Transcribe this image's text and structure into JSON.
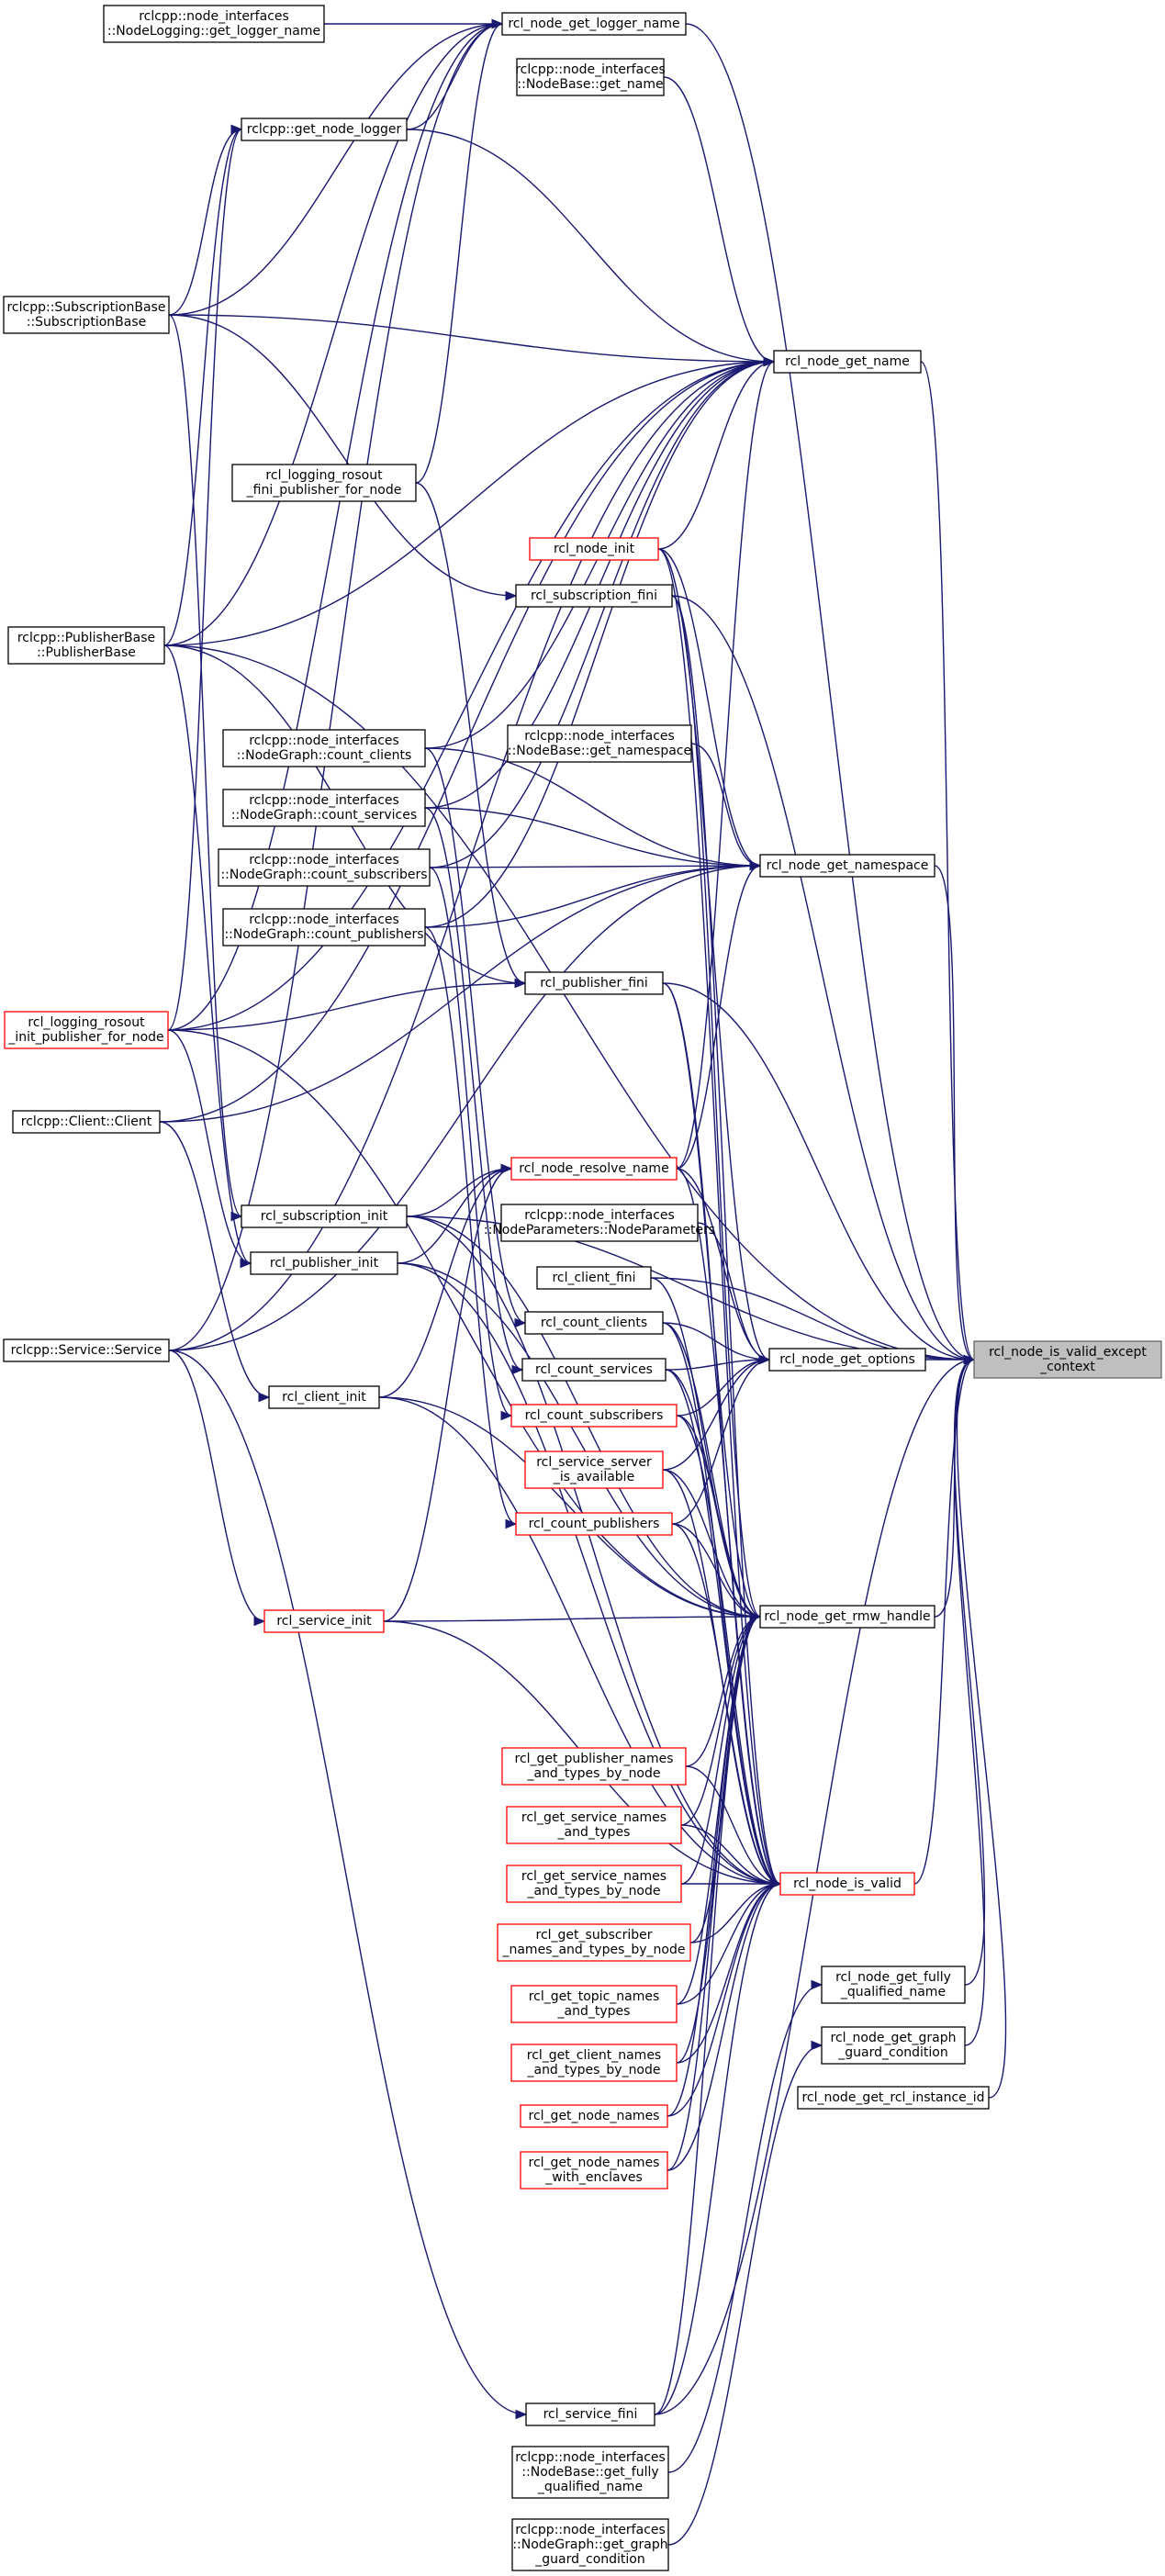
{
  "colors": {
    "edge": "#191970",
    "boxBorder": "#000000",
    "redBorder": "#ff0000",
    "focusFill": "#bfbfbf",
    "background": "#ffffff"
  },
  "focus_node": "n_is_valid_except",
  "nodes": [
    {
      "id": "n_logging_get",
      "lines": [
        "rclcpp::node_interfaces",
        "::NodeLogging::get_logger_name"
      ],
      "border": "black"
    },
    {
      "id": "n_get_logger_name",
      "lines": [
        "rcl_node_get_logger_name"
      ],
      "border": "black"
    },
    {
      "id": "n_base_get_name",
      "lines": [
        "rclcpp::node_interfaces",
        "::NodeBase::get_name"
      ],
      "border": "black"
    },
    {
      "id": "n_get_node_logger",
      "lines": [
        "rclcpp::get_node_logger"
      ],
      "border": "black"
    },
    {
      "id": "n_sub_base",
      "lines": [
        "rclcpp::SubscriptionBase",
        "::SubscriptionBase"
      ],
      "border": "black"
    },
    {
      "id": "n_get_name",
      "lines": [
        "rcl_node_get_name"
      ],
      "border": "black"
    },
    {
      "id": "n_logging_fini",
      "lines": [
        "rcl_logging_rosout",
        "_fini_publisher_for_node"
      ],
      "border": "black"
    },
    {
      "id": "n_node_init",
      "lines": [
        "rcl_node_init"
      ],
      "border": "red"
    },
    {
      "id": "n_sub_fini",
      "lines": [
        "rcl_subscription_fini"
      ],
      "border": "black"
    },
    {
      "id": "n_pub_base",
      "lines": [
        "rclcpp::PublisherBase",
        "::PublisherBase"
      ],
      "border": "black"
    },
    {
      "id": "n_base_get_ns",
      "lines": [
        "rclcpp::node_interfaces",
        "::NodeBase::get_namespace"
      ],
      "border": "black"
    },
    {
      "id": "n_count_clients_if",
      "lines": [
        "rclcpp::node_interfaces",
        "::NodeGraph::count_clients"
      ],
      "border": "black"
    },
    {
      "id": "n_count_services_if",
      "lines": [
        "rclcpp::node_interfaces",
        "::NodeGraph::count_services"
      ],
      "border": "black"
    },
    {
      "id": "n_get_namespace",
      "lines": [
        "rcl_node_get_namespace"
      ],
      "border": "black"
    },
    {
      "id": "n_count_subscribers_if",
      "lines": [
        "rclcpp::node_interfaces",
        "::NodeGraph::count_subscribers"
      ],
      "border": "black"
    },
    {
      "id": "n_count_publishers_if",
      "lines": [
        "rclcpp::node_interfaces",
        "::NodeGraph::count_publishers"
      ],
      "border": "black"
    },
    {
      "id": "n_pub_fini",
      "lines": [
        "rcl_publisher_fini"
      ],
      "border": "black"
    },
    {
      "id": "n_logging_init",
      "lines": [
        "rcl_logging_rosout",
        "_init_publisher_for_node"
      ],
      "border": "red"
    },
    {
      "id": "n_client_ctor",
      "lines": [
        "rclcpp::Client::Client"
      ],
      "border": "black"
    },
    {
      "id": "n_resolve_name",
      "lines": [
        "rcl_node_resolve_name"
      ],
      "border": "red"
    },
    {
      "id": "n_sub_init",
      "lines": [
        "rcl_subscription_init"
      ],
      "border": "black"
    },
    {
      "id": "n_node_params",
      "lines": [
        "rclcpp::node_interfaces",
        "::NodeParameters::NodeParameters"
      ],
      "border": "black"
    },
    {
      "id": "n_pub_init",
      "lines": [
        "rcl_publisher_init"
      ],
      "border": "black"
    },
    {
      "id": "n_client_fini",
      "lines": [
        "rcl_client_fini"
      ],
      "border": "black"
    },
    {
      "id": "n_count_clients",
      "lines": [
        "rcl_count_clients"
      ],
      "border": "black"
    },
    {
      "id": "n_service_ctor",
      "lines": [
        "rclcpp::Service::Service"
      ],
      "border": "black"
    },
    {
      "id": "n_get_options",
      "lines": [
        "rcl_node_get_options"
      ],
      "border": "black"
    },
    {
      "id": "n_is_valid_except",
      "lines": [
        "rcl_node_is_valid_except",
        "_context"
      ],
      "border": "gray"
    },
    {
      "id": "n_count_services",
      "lines": [
        "rcl_count_services"
      ],
      "border": "black"
    },
    {
      "id": "n_client_init",
      "lines": [
        "rcl_client_init"
      ],
      "border": "black"
    },
    {
      "id": "n_count_subscribers",
      "lines": [
        "rcl_count_subscribers"
      ],
      "border": "red"
    },
    {
      "id": "n_server_available",
      "lines": [
        "rcl_service_server",
        "_is_available"
      ],
      "border": "red"
    },
    {
      "id": "n_count_publishers",
      "lines": [
        "rcl_count_publishers"
      ],
      "border": "red"
    },
    {
      "id": "n_service_init",
      "lines": [
        "rcl_service_init"
      ],
      "border": "red"
    },
    {
      "id": "n_get_rmw_handle",
      "lines": [
        "rcl_node_get_rmw_handle"
      ],
      "border": "black"
    },
    {
      "id": "n_pub_names",
      "lines": [
        "rcl_get_publisher_names",
        "_and_types_by_node"
      ],
      "border": "red"
    },
    {
      "id": "n_srv_names",
      "lines": [
        "rcl_get_service_names",
        "_and_types"
      ],
      "border": "red"
    },
    {
      "id": "n_srv_names_node",
      "lines": [
        "rcl_get_service_names",
        "_and_types_by_node"
      ],
      "border": "red"
    },
    {
      "id": "n_is_valid",
      "lines": [
        "rcl_node_is_valid"
      ],
      "border": "red"
    },
    {
      "id": "n_sub_names_node",
      "lines": [
        "rcl_get_subscriber",
        "_names_and_types_by_node"
      ],
      "border": "red"
    },
    {
      "id": "n_fq_name",
      "lines": [
        "rcl_node_get_fully",
        "_qualified_name"
      ],
      "border": "black"
    },
    {
      "id": "n_topic_names",
      "lines": [
        "rcl_get_topic_names",
        "_and_types"
      ],
      "border": "red"
    },
    {
      "id": "n_graph_guard",
      "lines": [
        "rcl_node_get_graph",
        "_guard_condition"
      ],
      "border": "black"
    },
    {
      "id": "n_client_names",
      "lines": [
        "rcl_get_client_names",
        "_and_types_by_node"
      ],
      "border": "red"
    },
    {
      "id": "n_instance_id",
      "lines": [
        "rcl_node_get_rcl_instance_id"
      ],
      "border": "black"
    },
    {
      "id": "n_node_names",
      "lines": [
        "rcl_get_node_names"
      ],
      "border": "red"
    },
    {
      "id": "n_node_names_enclaves",
      "lines": [
        "rcl_get_node_names",
        "_with_enclaves"
      ],
      "border": "red"
    },
    {
      "id": "n_service_fini",
      "lines": [
        "rcl_service_fini"
      ],
      "border": "black"
    },
    {
      "id": "n_base_fq_name",
      "lines": [
        "rclcpp::node_interfaces",
        "::NodeBase::get_fully",
        "_qualified_name"
      ],
      "border": "black"
    },
    {
      "id": "n_graph_get_guard",
      "lines": [
        "rclcpp::node_interfaces",
        "::NodeGraph::get_graph",
        "_guard_condition"
      ],
      "border": "black"
    }
  ],
  "edges": [
    [
      "n_get_logger_name",
      "n_logging_get"
    ],
    [
      "n_get_logger_name",
      "n_get_node_logger"
    ],
    [
      "n_get_logger_name",
      "n_sub_base"
    ],
    [
      "n_get_logger_name",
      "n_pub_base"
    ],
    [
      "n_get_logger_name",
      "n_logging_fini"
    ],
    [
      "n_get_logger_name",
      "n_logging_init"
    ],
    [
      "n_get_logger_name",
      "n_service_ctor"
    ],
    [
      "n_get_node_logger",
      "n_sub_base"
    ],
    [
      "n_get_node_logger",
      "n_pub_base"
    ],
    [
      "n_get_node_logger",
      "n_logging_init"
    ],
    [
      "n_get_name",
      "n_base_get_name"
    ],
    [
      "n_get_name",
      "n_get_node_logger"
    ],
    [
      "n_get_name",
      "n_sub_base"
    ],
    [
      "n_get_name",
      "n_pub_base"
    ],
    [
      "n_get_name",
      "n_logging_init"
    ],
    [
      "n_get_name",
      "n_service_ctor"
    ],
    [
      "n_get_name",
      "n_client_ctor"
    ],
    [
      "n_get_name",
      "n_node_init"
    ],
    [
      "n_get_name",
      "n_count_clients_if"
    ],
    [
      "n_get_name",
      "n_count_services_if"
    ],
    [
      "n_get_name",
      "n_count_subscribers_if"
    ],
    [
      "n_get_name",
      "n_count_publishers_if"
    ],
    [
      "n_get_name",
      "n_resolve_name"
    ],
    [
      "n_sub_fini",
      "n_sub_base"
    ],
    [
      "n_pub_fini",
      "n_pub_base"
    ],
    [
      "n_pub_fini",
      "n_logging_init"
    ],
    [
      "n_pub_fini",
      "n_logging_fini"
    ],
    [
      "n_get_namespace",
      "n_base_get_ns"
    ],
    [
      "n_get_namespace",
      "n_count_clients_if"
    ],
    [
      "n_get_namespace",
      "n_count_services_if"
    ],
    [
      "n_get_namespace",
      "n_count_subscribers_if"
    ],
    [
      "n_get_namespace",
      "n_count_publishers_if"
    ],
    [
      "n_get_namespace",
      "n_client_ctor"
    ],
    [
      "n_get_namespace",
      "n_service_ctor"
    ],
    [
      "n_get_namespace",
      "n_resolve_name"
    ],
    [
      "n_get_namespace",
      "n_node_init"
    ],
    [
      "n_sub_init",
      "n_sub_base"
    ],
    [
      "n_pub_init",
      "n_pub_base"
    ],
    [
      "n_pub_init",
      "n_logging_init"
    ],
    [
      "n_client_init",
      "n_client_ctor"
    ],
    [
      "n_service_init",
      "n_service_ctor"
    ],
    [
      "n_service_fini",
      "n_service_ctor"
    ],
    [
      "n_resolve_name",
      "n_sub_init"
    ],
    [
      "n_resolve_name",
      "n_pub_init"
    ],
    [
      "n_resolve_name",
      "n_client_init"
    ],
    [
      "n_resolve_name",
      "n_service_init"
    ],
    [
      "n_count_clients",
      "n_count_clients_if"
    ],
    [
      "n_count_services",
      "n_count_services_if"
    ],
    [
      "n_count_subscribers",
      "n_count_subscribers_if"
    ],
    [
      "n_count_publishers",
      "n_count_publishers_if"
    ],
    [
      "n_get_options",
      "n_node_params"
    ],
    [
      "n_get_options",
      "n_resolve_name"
    ],
    [
      "n_get_options",
      "n_count_clients"
    ],
    [
      "n_get_options",
      "n_count_services"
    ],
    [
      "n_get_options",
      "n_count_subscribers"
    ],
    [
      "n_get_options",
      "n_count_publishers"
    ],
    [
      "n_get_options",
      "n_server_available"
    ],
    [
      "n_get_options",
      "n_node_init"
    ],
    [
      "n_get_rmw_handle",
      "n_sub_init"
    ],
    [
      "n_get_rmw_handle",
      "n_pub_init"
    ],
    [
      "n_get_rmw_handle",
      "n_client_init"
    ],
    [
      "n_get_rmw_handle",
      "n_service_init"
    ],
    [
      "n_get_rmw_handle",
      "n_sub_fini"
    ],
    [
      "n_get_rmw_handle",
      "n_pub_fini"
    ],
    [
      "n_get_rmw_handle",
      "n_client_fini"
    ],
    [
      "n_get_rmw_handle",
      "n_service_fini"
    ],
    [
      "n_get_rmw_handle",
      "n_count_clients"
    ],
    [
      "n_get_rmw_handle",
      "n_count_services"
    ],
    [
      "n_get_rmw_handle",
      "n_count_subscribers"
    ],
    [
      "n_get_rmw_handle",
      "n_count_publishers"
    ],
    [
      "n_get_rmw_handle",
      "n_server_available"
    ],
    [
      "n_get_rmw_handle",
      "n_pub_names"
    ],
    [
      "n_get_rmw_handle",
      "n_srv_names"
    ],
    [
      "n_get_rmw_handle",
      "n_srv_names_node"
    ],
    [
      "n_get_rmw_handle",
      "n_sub_names_node"
    ],
    [
      "n_get_rmw_handle",
      "n_topic_names"
    ],
    [
      "n_get_rmw_handle",
      "n_client_names"
    ],
    [
      "n_get_rmw_handle",
      "n_node_names"
    ],
    [
      "n_get_rmw_handle",
      "n_node_names_enclaves"
    ],
    [
      "n_get_rmw_handle",
      "n_logging_init"
    ],
    [
      "n_is_valid",
      "n_resolve_name"
    ],
    [
      "n_is_valid",
      "n_node_init"
    ],
    [
      "n_is_valid",
      "n_sub_fini"
    ],
    [
      "n_is_valid",
      "n_pub_fini"
    ],
    [
      "n_is_valid",
      "n_count_clients"
    ],
    [
      "n_is_valid",
      "n_count_services"
    ],
    [
      "n_is_valid",
      "n_count_subscribers"
    ],
    [
      "n_is_valid",
      "n_count_publishers"
    ],
    [
      "n_is_valid",
      "n_server_available"
    ],
    [
      "n_is_valid",
      "n_pub_names"
    ],
    [
      "n_is_valid",
      "n_srv_names"
    ],
    [
      "n_is_valid",
      "n_srv_names_node"
    ],
    [
      "n_is_valid",
      "n_sub_names_node"
    ],
    [
      "n_is_valid",
      "n_topic_names"
    ],
    [
      "n_is_valid",
      "n_client_names"
    ],
    [
      "n_is_valid",
      "n_node_names"
    ],
    [
      "n_is_valid",
      "n_node_names_enclaves"
    ],
    [
      "n_is_valid",
      "n_sub_init"
    ],
    [
      "n_is_valid",
      "n_pub_init"
    ],
    [
      "n_is_valid",
      "n_client_init"
    ],
    [
      "n_is_valid",
      "n_service_init"
    ],
    [
      "n_is_valid",
      "n_service_fini"
    ],
    [
      "n_fq_name",
      "n_base_fq_name"
    ],
    [
      "n_graph_guard",
      "n_graph_get_guard"
    ],
    [
      "n_is_valid_except",
      "n_get_logger_name"
    ],
    [
      "n_is_valid_except",
      "n_get_name"
    ],
    [
      "n_is_valid_except",
      "n_sub_fini"
    ],
    [
      "n_is_valid_except",
      "n_pub_base"
    ],
    [
      "n_is_valid_except",
      "n_get_namespace"
    ],
    [
      "n_is_valid_except",
      "n_pub_fini"
    ],
    [
      "n_is_valid_except",
      "n_client_fini"
    ],
    [
      "n_is_valid_except",
      "n_get_options"
    ],
    [
      "n_is_valid_except",
      "n_get_rmw_handle"
    ],
    [
      "n_is_valid_except",
      "n_is_valid"
    ],
    [
      "n_is_valid_except",
      "n_fq_name"
    ],
    [
      "n_is_valid_except",
      "n_graph_guard"
    ],
    [
      "n_is_valid_except",
      "n_instance_id"
    ],
    [
      "n_is_valid_except",
      "n_service_fini"
    ],
    [
      "n_is_valid_except",
      "n_sub_init"
    ]
  ]
}
